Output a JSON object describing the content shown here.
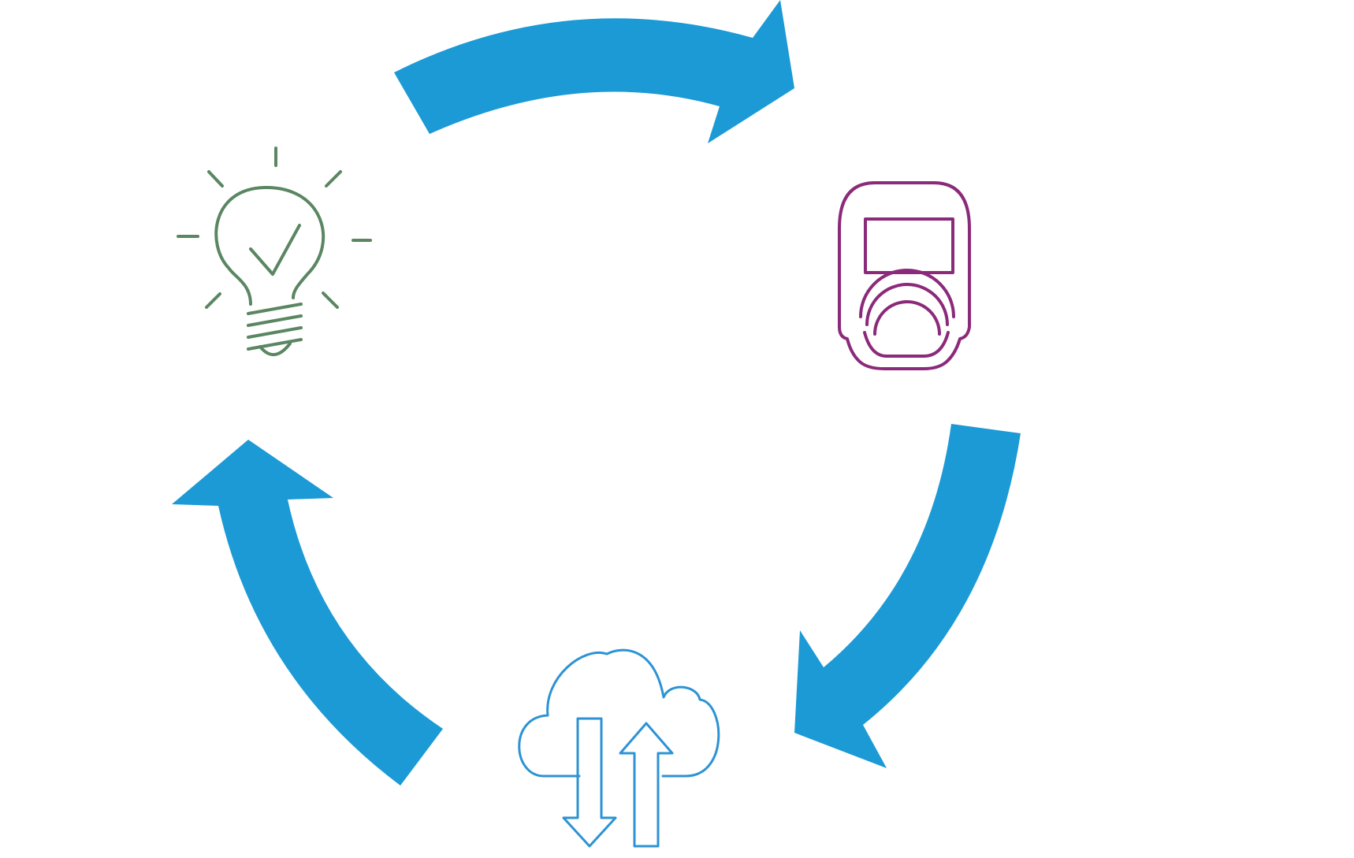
{
  "diagram": {
    "type": "cycle",
    "colors": {
      "arrow": "#1c9ad6",
      "idea_icon": "#5a8662",
      "device_icon": "#8b2a7a",
      "cloud_icon": "#2c93d4",
      "background": "#ffffff"
    },
    "nodes": [
      {
        "id": "idea",
        "icon": "lightbulb-checkmark-icon"
      },
      {
        "id": "device",
        "icon": "contactless-reader-device-icon"
      },
      {
        "id": "cloud",
        "icon": "cloud-sync-icon"
      }
    ],
    "arrows": [
      {
        "from": "idea",
        "to": "device",
        "direction": "clockwise"
      },
      {
        "from": "device",
        "to": "cloud",
        "direction": "clockwise"
      },
      {
        "from": "cloud",
        "to": "idea",
        "direction": "clockwise"
      }
    ]
  }
}
